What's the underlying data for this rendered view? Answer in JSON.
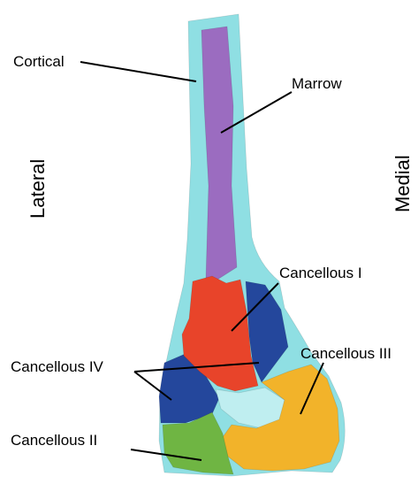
{
  "labels": {
    "cortical": "Cortical",
    "marrow": "Marrow",
    "cancellous_1": "Cancellous I",
    "cancellous_2": "Cancellous II",
    "cancellous_3": "Cancellous III",
    "cancellous_4": "Cancellous IV",
    "lateral": "Lateral",
    "medial": "Medial"
  },
  "colors": {
    "cortical": "#8fdfe3",
    "marrow": "#9b6cc0",
    "cancellous_1": "#e8442a",
    "cancellous_2": "#6fb543",
    "cancellous_3": "#f2b32a",
    "cancellous_4": "#24479c",
    "intercondylar": "#bfeef0"
  }
}
